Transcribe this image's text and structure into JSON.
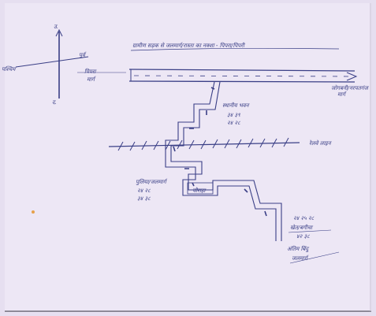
{
  "sketch": {
    "title": "ग्रामीण सड़क से जलमार्ग/रास्ता का नक्शा - पिपरा/पिपरी",
    "compass": {
      "north": "उ.",
      "south": "द.",
      "west": "पश्चिम",
      "east": "पूर्व"
    },
    "road": {
      "left_label_1": "पिपरा",
      "left_label_2": "मार्ग",
      "right_label_1": "जोगबनी/नरपतगंज",
      "right_label_2": "मार्ग"
    },
    "points": {
      "p1_label": "स्थानीय भवन",
      "p1_code_1": "३४ ३९",
      "p1_code_2": "२४ २८",
      "railway_label": "रेलवे लाइन",
      "p2_label": "पुलिया/जलमार्ग",
      "p2_code_1": "२४ २८",
      "p2_code_2": "३४ ३८",
      "p3_label": "चौराहा",
      "p4_code_1": "२४ २५ २८",
      "p4_label": "खेत/बगीचा",
      "p4_code_2": "४२ ३८",
      "p5_label": "अंतिम बिंदु",
      "p5_sub": "जलमार्ग"
    }
  }
}
